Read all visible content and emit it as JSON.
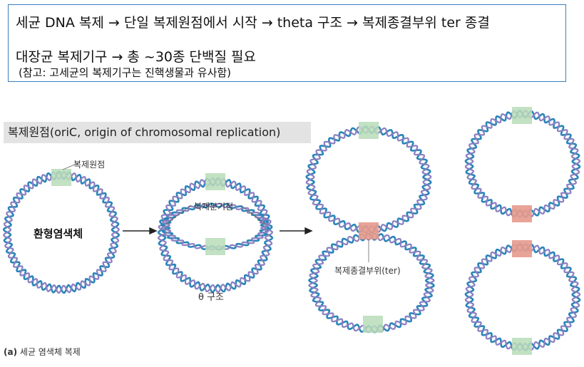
{
  "header": {
    "line1": "세균 DNA 복제 → 단일 복제원점에서 시작 → theta 구조 → 복제종결부위 ter 종결",
    "line2": "대장균 복제기구 → 총 ~30종 단백질 필요",
    "line3": "(참고: 고세균의 복제기구는 진핵생물과 유사함)"
  },
  "section_label": "복제원점(oriC, origin of chromosomal replication)",
  "labels": {
    "origin": "복제원점",
    "circular_chromosome": "환형염색체",
    "replication_fork": "복제분기점",
    "theta_structure": "θ 구조",
    "termination_site": "복제종결부위(ter)"
  },
  "caption": {
    "panel": "(a)",
    "text": "세균 염색체 복제"
  },
  "colors": {
    "header_border": "#3b7fc0",
    "strand_blue": "#2a86b8",
    "strand_purple": "#8b7fc0",
    "origin_box": "#b9dcb9",
    "ter_box": "#e59a8c",
    "label_bg": "#e3e3e3"
  }
}
